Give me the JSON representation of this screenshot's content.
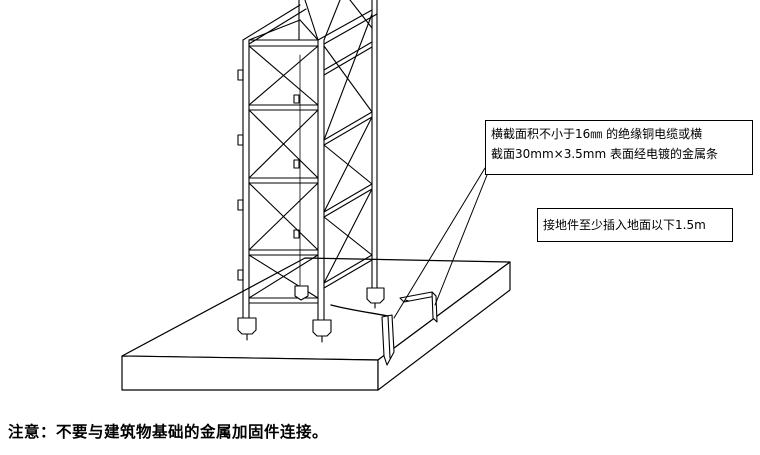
{
  "callout_conductor": {
    "line1": "横截面积不小于16㎜  的绝缘铜电缆或横",
    "line2": "截面30mm×3.5mm 表面经电镀的金属条"
  },
  "callout_rod": {
    "text": "接地件至少插入地面以下1.5m"
  },
  "note": {
    "text": "注意：不要与建筑物基础的金属加固件连接。"
  }
}
